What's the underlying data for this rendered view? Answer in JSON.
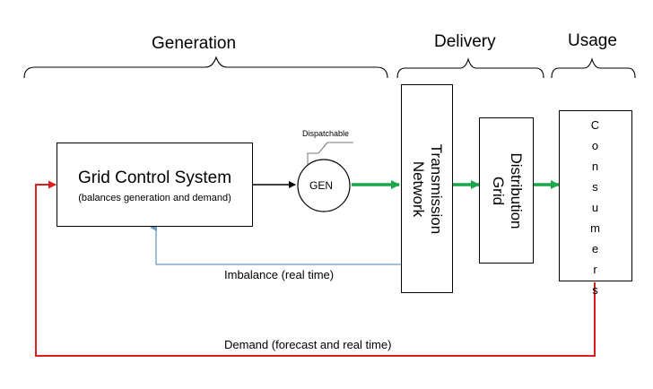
{
  "sections": {
    "generation": "Generation",
    "delivery": "Delivery",
    "usage": "Usage"
  },
  "grid_control": {
    "title": "Grid Control System",
    "subtitle": "(balances generation and demand)"
  },
  "generator": {
    "label": "GEN",
    "type_label": "Dispatchable"
  },
  "transmission": {
    "line1": "Transmission",
    "line2": "Network"
  },
  "distribution": {
    "line1": "Distribution",
    "line2": "Grid"
  },
  "consumers": {
    "letters": [
      "C",
      "o",
      "n",
      "s",
      "u",
      "m",
      "e",
      "r",
      "s"
    ]
  },
  "flows": {
    "imbalance": "Imbalance (real time)",
    "demand": "Demand (forecast and real time)"
  },
  "colors": {
    "power_flow": "#1ba64a",
    "demand_feedback": "#d9201c",
    "imbalance_feedback": "#6b9bc3",
    "control_output": "#000000"
  }
}
